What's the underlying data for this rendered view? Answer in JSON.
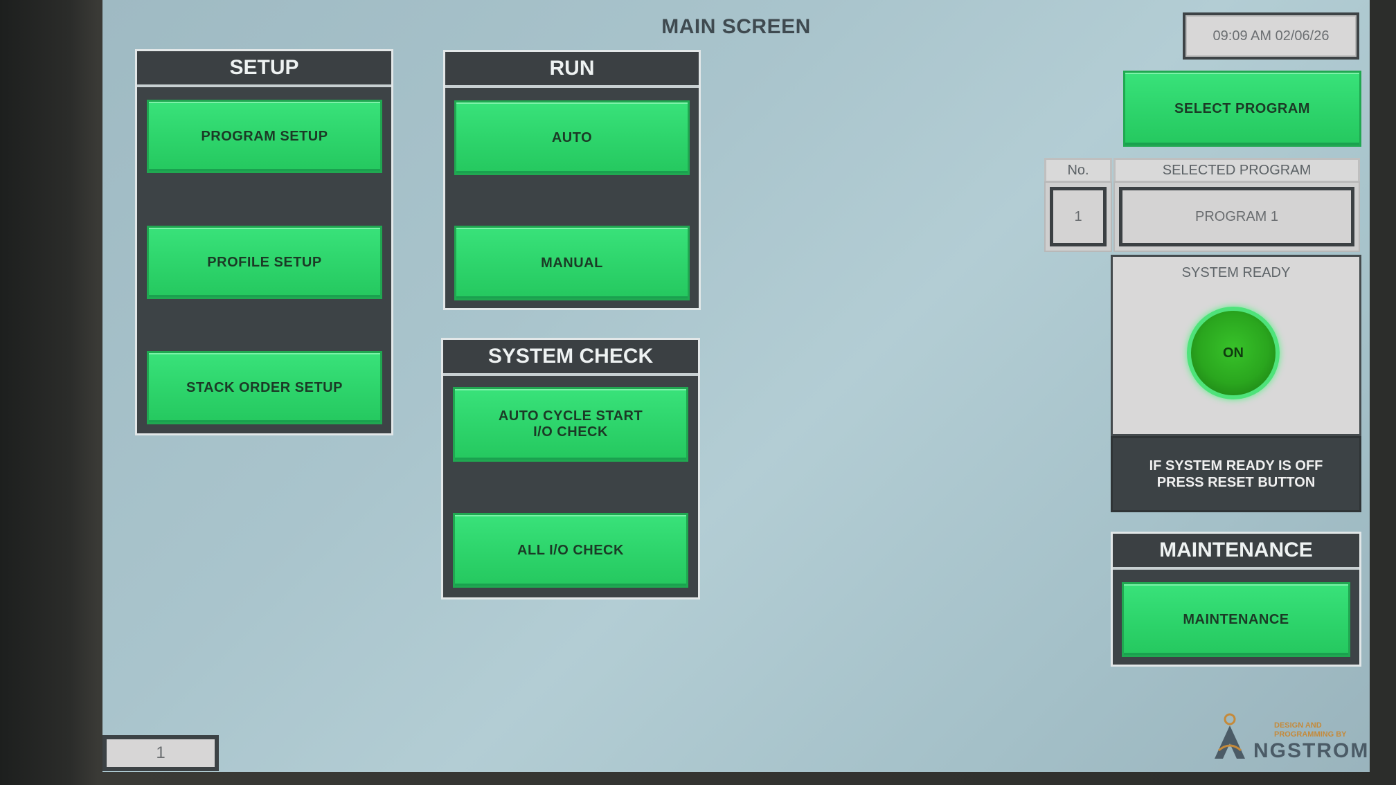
{
  "screen": {
    "title": "MAIN SCREEN",
    "datetime": "09:09 AM 02/06/26",
    "page_number": "1"
  },
  "setup": {
    "header": "SETUP",
    "buttons": [
      "PROGRAM SETUP",
      "PROFILE SETUP",
      "STACK ORDER SETUP"
    ]
  },
  "run": {
    "header": "RUN",
    "buttons": [
      "AUTO",
      "MANUAL"
    ]
  },
  "system_check": {
    "header": "SYSTEM CHECK",
    "buttons": [
      "AUTO CYCLE START\nI/O CHECK",
      "ALL I/O CHECK"
    ]
  },
  "program": {
    "select_button": "SELECT PROGRAM",
    "no_label": "No.",
    "selected_label": "SELECTED PROGRAM",
    "number": "1",
    "name": "PROGRAM 1"
  },
  "system_ready": {
    "label": "SYSTEM READY",
    "state": "ON",
    "lamp_color": "#2aa61e",
    "notice": "IF SYSTEM READY IS OFF\nPRESS RESET BUTTON"
  },
  "maintenance": {
    "header": "MAINTENANCE",
    "button": "MAINTENANCE"
  },
  "logo": {
    "text": "NGSTROM",
    "small_text": "DESIGN AND\nPROGRAMMING BY"
  },
  "colors": {
    "button_green": "#2ed56c",
    "panel_dark": "#3d4346",
    "screen_bg": "#a9c4cc"
  }
}
